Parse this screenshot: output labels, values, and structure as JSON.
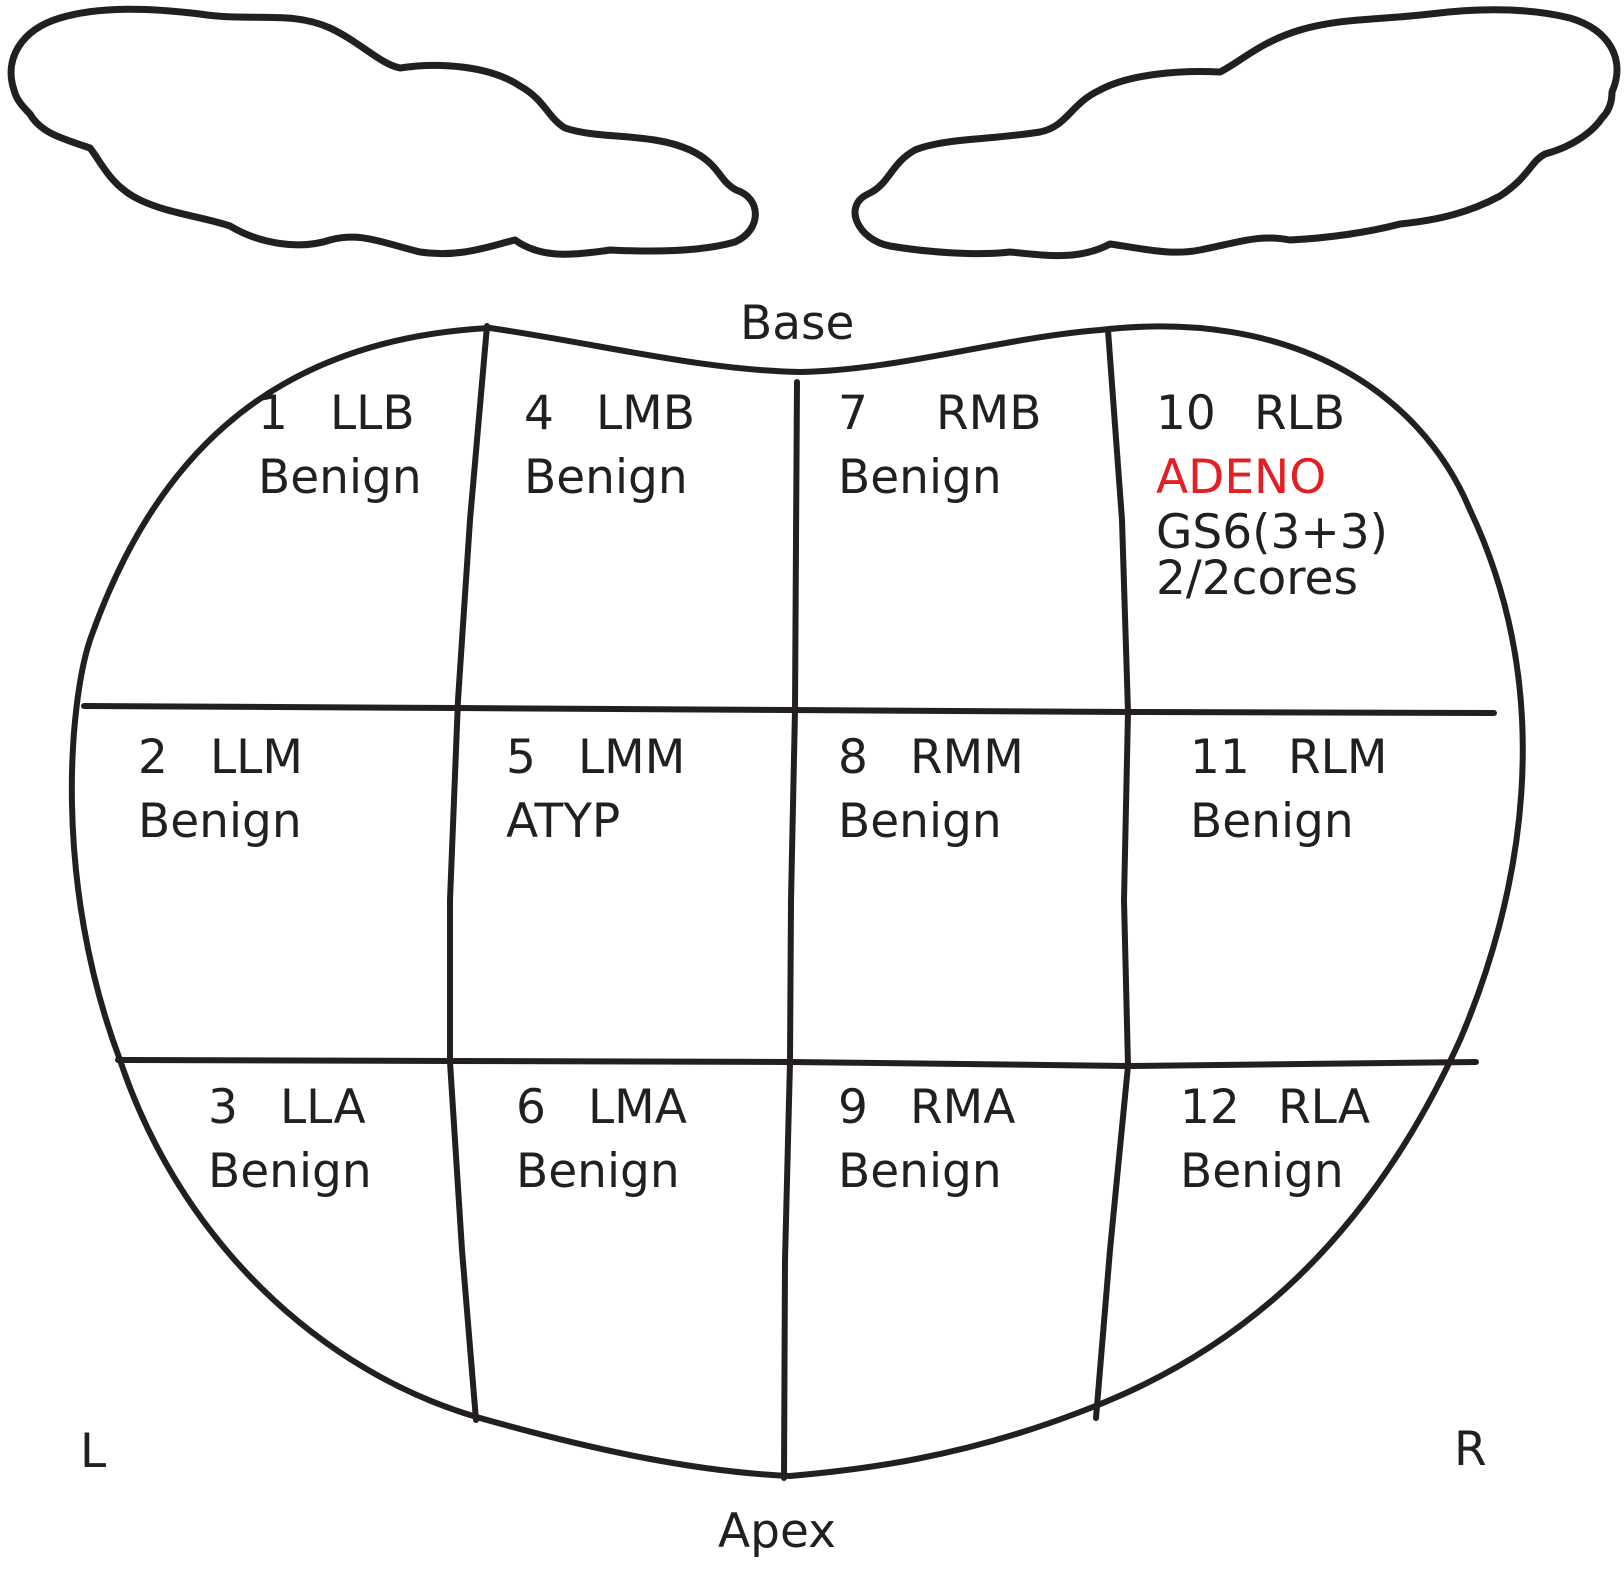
{
  "labels": {
    "base": "Base",
    "apex": "Apex",
    "left": "L",
    "right": "R"
  },
  "colors": {
    "outline": "#231f20",
    "positive": "#e31e24",
    "text": "#231f20"
  },
  "zones": [
    {
      "num": "1",
      "code": "LLB",
      "result": "Benign"
    },
    {
      "num": "2",
      "code": "LLM",
      "result": "Benign"
    },
    {
      "num": "3",
      "code": "LLA",
      "result": "Benign"
    },
    {
      "num": "4",
      "code": "LMB",
      "result": "Benign"
    },
    {
      "num": "5",
      "code": "LMM",
      "result": "ATYP"
    },
    {
      "num": "6",
      "code": "LMA",
      "result": "Benign"
    },
    {
      "num": "7",
      "code": "RMB",
      "result": "Benign"
    },
    {
      "num": "8",
      "code": "RMM",
      "result": "Benign"
    },
    {
      "num": "9",
      "code": "RMA",
      "result": "Benign"
    },
    {
      "num": "10",
      "code": "RLB",
      "result": "ADENO",
      "grade": "GS6(3+3)",
      "cores": "2/2cores"
    },
    {
      "num": "11",
      "code": "RLM",
      "result": "Benign"
    },
    {
      "num": "12",
      "code": "RLA",
      "result": "Benign"
    }
  ]
}
